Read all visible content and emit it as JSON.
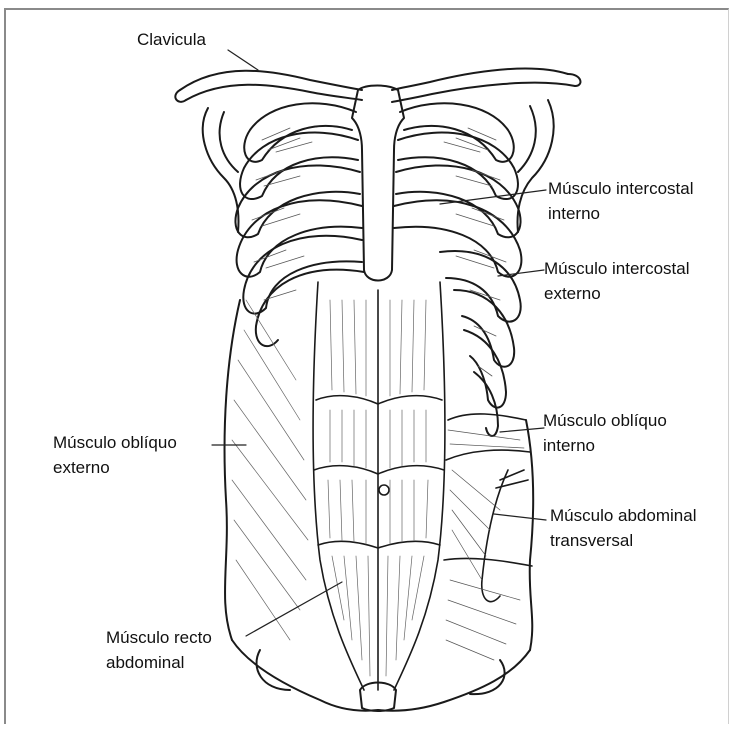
{
  "labels": {
    "clavicula": "Clavicula",
    "intercostal_interno": [
      "Músculo intercostal",
      "interno"
    ],
    "intercostal_externo": [
      "Músculo intercostal",
      "externo"
    ],
    "obliquo_interno": [
      "Músculo oblíquo",
      "interno"
    ],
    "obliquo_externo": [
      "Músculo oblíquo",
      "externo"
    ],
    "abdominal_transversal": [
      "Músculo abdominal",
      "transversal"
    ],
    "recto_abdominal": [
      "Músculo recto",
      "abdominal"
    ]
  },
  "colors": {
    "line": "#1a1a1a",
    "text": "#111111",
    "paper": "#ffffff",
    "frame": "#8a8a8a"
  }
}
